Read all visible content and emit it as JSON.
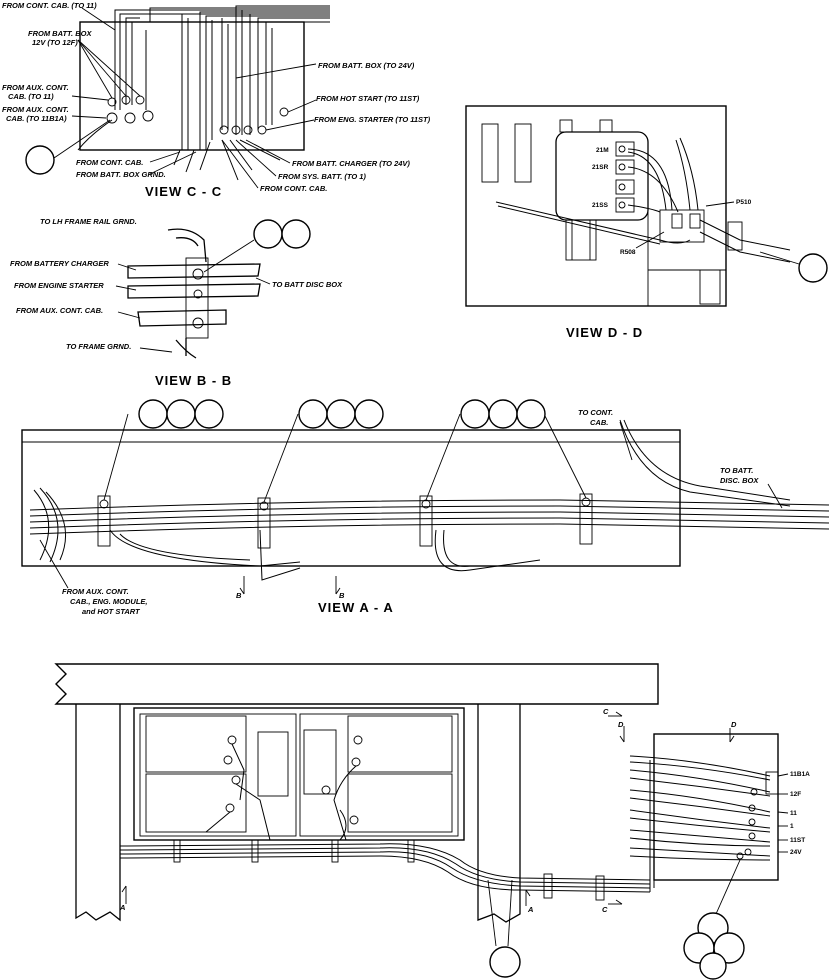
{
  "views": {
    "cc": {
      "title": "VIEW  C - C",
      "labels": {
        "from_cont_cab_11": "FROM CONT. CAB. (TO 11)",
        "from_batt_box_12v_a": "FROM BATT. BOX",
        "from_batt_box_12v_b": "12V (TO 12F)",
        "from_batt_box_24v": "FROM BATT. BOX (TO 24V)",
        "from_aux_11_a": "FROM AUX. CONT.",
        "from_aux_11_b": "CAB. (TO 11)",
        "from_hot_start": "FROM HOT START (TO 11ST)",
        "from_aux_11b1a_a": "FROM AUX. CONT.",
        "from_aux_11b1a_b": "CAB. (TO 11B1A)",
        "from_eng_starter": "FROM ENG. STARTER (TO 11ST)",
        "from_cont_cab": "FROM CONT. CAB.",
        "from_batt_box_grnd": "FROM BATT. BOX GRND.",
        "from_batt_charger": "FROM BATT. CHARGER (TO 24V)",
        "from_sys_batt": "FROM SYS. BATT. (TO 1)",
        "from_cont_cab_2": "FROM CONT. CAB."
      }
    },
    "bb": {
      "title": "VIEW  B - B",
      "labels": {
        "to_lh_frame": "TO LH FRAME RAIL GRND.",
        "from_battery_charger": "FROM BATTERY CHARGER",
        "from_engine_starter": "FROM ENGINE STARTER",
        "from_aux_cont_cab": "FROM AUX. CONT. CAB.",
        "to_frame_grnd": "TO FRAME GRND.",
        "to_batt_disc_box": "TO BATT  DISC  BOX"
      }
    },
    "dd": {
      "title": "VIEW  D - D",
      "labels": {
        "t21m": "21M",
        "t21sr": "21SR",
        "t21ss": "21SS",
        "p510": "P510",
        "r508": "R508"
      }
    },
    "aa": {
      "title": "VIEW  A - A",
      "labels": {
        "to_cont_cab_a": "TO CONT.",
        "to_cont_cab_b": "CAB.",
        "to_batt_disc_a": "TO BATT.",
        "to_batt_disc_b": "DISC. BOX",
        "from_aux_a": "FROM AUX. CONT.",
        "from_aux_b": "CAB., ENG. MODULE,",
        "from_aux_c": "and HOT START",
        "sec_b1": "B",
        "sec_b2": "B"
      }
    },
    "main": {
      "terminals": [
        "11B1A",
        "12F",
        "11",
        "1",
        "11ST",
        "24V"
      ],
      "sec_c1": "C",
      "sec_c2": "C",
      "sec_d1": "D",
      "sec_d2": "D",
      "sec_a1": "A",
      "sec_a2": "A"
    }
  }
}
